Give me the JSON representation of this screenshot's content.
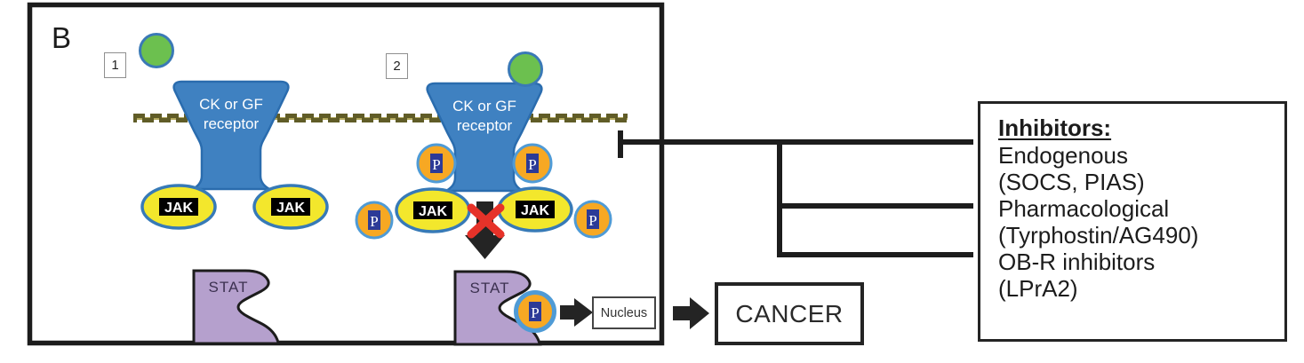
{
  "figure": {
    "panel_label": "B"
  },
  "steps": {
    "step1": "1",
    "step2": "2"
  },
  "labels": {
    "receptor_line1": "CK or GF",
    "receptor_line2": "receptor",
    "jak": "JAK",
    "phospho": "P",
    "stat": "STAT",
    "nucleus": "Nucleus",
    "cancer": "CANCER"
  },
  "inhibitors": {
    "title": "Inhibitors:",
    "lines": [
      "Endogenous",
      "(SOCS, PIAS)",
      "Pharmacological",
      "(Tyrphostin/AG490)",
      "OB-R inhibitors",
      "(LPrA2)"
    ]
  },
  "colors": {
    "receptor_blue": "#3f81c1",
    "receptor_stroke": "#2a6cae",
    "jak_yellow": "#f3e72c",
    "phospho_orange": "#f7a823",
    "phospho_badge_blue": "#2c3a97",
    "circle_stroke_blue": "#3a79b6",
    "stat_purple": "#b5a0cd",
    "ligand_green": "#6cc04f",
    "membrane_olive": "#605c27",
    "inhibit_x_red": "#e63229",
    "line_black": "#1d1d1d"
  }
}
